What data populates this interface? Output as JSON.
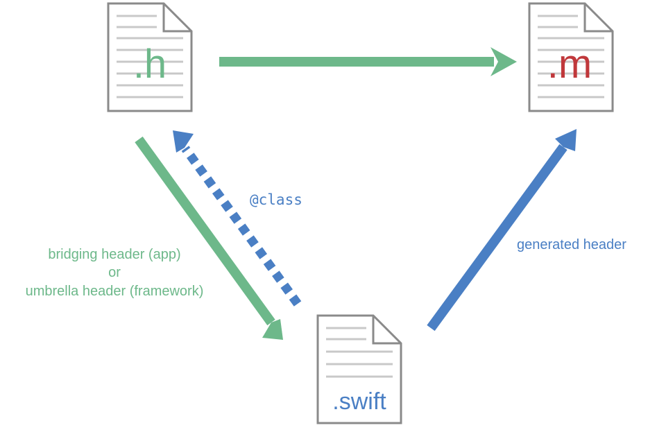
{
  "colors": {
    "green": "#6db88a",
    "blue": "#4a7fc4",
    "red": "#c0383b",
    "doc_stroke": "#8a8a8a",
    "doc_lines": "#c8c8c8",
    "doc_fill": "#ffffff"
  },
  "files": {
    "h": {
      "label": ".h",
      "icon": "document-icon"
    },
    "m": {
      "label": ".m",
      "icon": "document-icon"
    },
    "swift": {
      "label": ".swift",
      "icon": "document-icon"
    }
  },
  "labels": {
    "class_ref": "@class",
    "generated_header": "generated header",
    "bridging_line1": "bridging header (app)",
    "bridging_line2": "or",
    "bridging_line3": "umbrella header (framework)"
  }
}
